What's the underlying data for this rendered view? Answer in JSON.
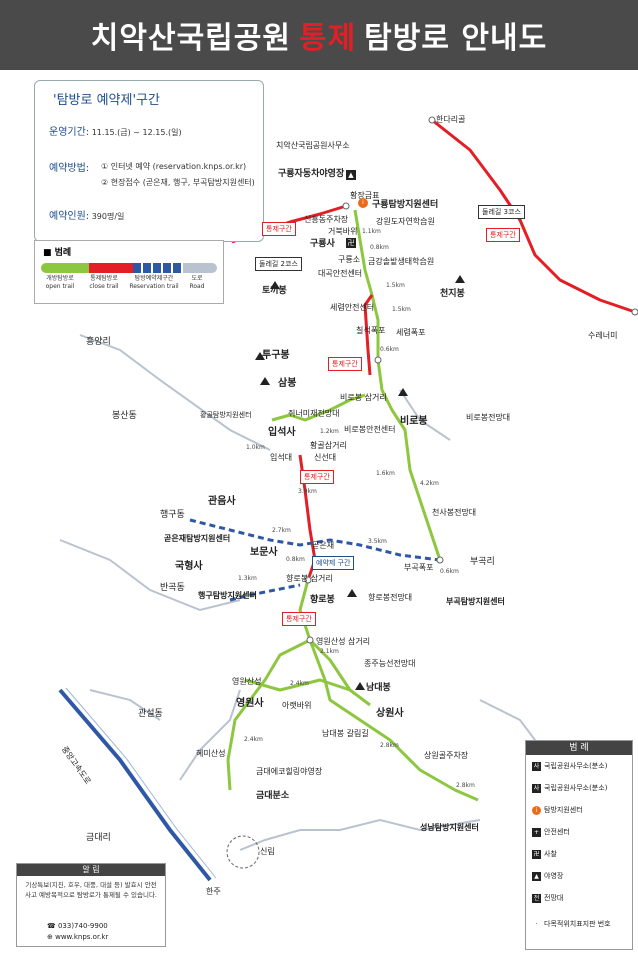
{
  "header": {
    "title_prefix": "치악산국립공원",
    "title_accent": "통제",
    "title_suffix": "탐방로 안내도"
  },
  "reservation_box": {
    "title": "'탐방로 예약제'구간",
    "period_key": "운영기간:",
    "period_value": "11.15.(금) ~ 12.15.(일)",
    "method_key": "예약방법:",
    "method_1": "① 인터넷 예약 (reservation.knps.or.kr)",
    "method_2": "② 현장접수 (곧은재, 행구, 부곡탐방지원센터)",
    "people_key": "예약인원:",
    "people_value": "390명/일"
  },
  "legend_small": {
    "title": "■ 범례",
    "items": [
      "개방탐방로\nopen trail",
      "통제탐방로\nclose trail",
      "탐방예약제구간\nReservation trail",
      "도로\nRoad"
    ],
    "colors": [
      "#8dc63f",
      "#e31e24",
      "#2e58a6",
      "#b9c3cf"
    ]
  },
  "legend_right": {
    "title": "범  례",
    "subtitle": "Legend 범례 / 凡例",
    "items": [
      {
        "icon": "사",
        "label": "국립공원사무소(분소)"
      },
      {
        "icon": "사",
        "label": "국립공원사무소(분소)"
      },
      {
        "icon": "i",
        "label": "탐방지원센터"
      },
      {
        "icon": "+",
        "label": "안전센터"
      },
      {
        "icon": "卍",
        "label": "사찰"
      },
      {
        "icon": "▲",
        "label": "야영장"
      },
      {
        "icon": "전",
        "label": "전망대"
      },
      {
        "icon": "·",
        "label": "다목적위치표지판 번호"
      }
    ]
  },
  "notice": {
    "title": "알  림",
    "body": "기상특보(지진, 호우, 대풍, 대설 등) 발효시 안전사고 예방목적으로 탐방로가 통제될 수 있습니다.",
    "phone": "033)740-9900",
    "web": "www.knps.or.kr"
  },
  "tags": {
    "red": [
      "통제구간",
      "통제구간",
      "통제구간",
      "통제구간",
      "통제구간"
    ],
    "dulle_3": "둘레길 3코스",
    "dulle_2": "둘레길 2코스",
    "reservation": "예약제 구간"
  },
  "places": {
    "handari": "한다리골",
    "surenemi": "수레너미",
    "office": "치악산국립공원사무소",
    "guryong_camp": "구룡자동차야영장",
    "hwangjang": "황장금표",
    "guryong_center": "구룡탐방지원센터",
    "sinheung": "신흥동주차장",
    "gangwon": "강원도자연학습원",
    "geobuk": "거북바위",
    "guryongsa": "구룡사",
    "guryongso": "구룡소",
    "geumdae_study": "금강솔밭생태학습원",
    "daegok": "대곡안전센터",
    "tojeon": "토끼봉",
    "cheonji": "천지봉",
    "seryeom": "세렴안전센터",
    "seryeom_falls": "세렴폭포",
    "chilseok": "칠석폭포",
    "tugu": "투구봉",
    "sambong": "삼봉",
    "biro_samgeo": "비로봉 삼거리",
    "jwi": "쥐너미재전망대",
    "birobong": "비로봉",
    "biro_obs": "비로봉전망대",
    "heungyang": "흥양리",
    "bongsan": "봉산동",
    "hwangol": "황골탐방지원센터",
    "ipseoksa": "입석사",
    "hwangol_samgeo": "황골삼거리",
    "ipseokdae": "입석대",
    "sinseondae": "신선대",
    "biro_safe": "비로봉안전센터",
    "cheonsa_obs": "천사봉전망대",
    "haenggu": "행구동",
    "gwaneumsa": "관음사",
    "godeunjae_center": "곧은재탐방지원센터",
    "godeunjae": "곧은재",
    "bomunsa": "보문사",
    "gukhyeongsa": "국형사",
    "bangok": "반곡동",
    "haenggu_center": "행구탐방지원센터",
    "hyangno_samgeo": "향로봉 삼거리",
    "hyangnobong": "향로봉",
    "hyangno_obs": "향로봉전망대",
    "bugok_falls": "부곡폭포",
    "bugok_ri": "부곡리",
    "bugok_center": "부곡탐방지원센터",
    "yeongwon_samgeo": "영원산성 삼거리",
    "jongmo_obs": "종주능선전망대",
    "yeongwon_fort": "영원산성",
    "namdaebong": "남대봉",
    "yeongwonsa": "영원사",
    "araet": "아랫바위",
    "sangwonsa": "상원사",
    "gwanseol": "관설동",
    "hyemi": "혜미산성",
    "namdaebong_junction": "남대봉 갈림길",
    "sangwon_parking": "상원골주차장",
    "geumdae_camp": "금대에코힐링야영장",
    "geumdae_branch": "금대분소",
    "seongnam_center": "성남탐방지원센터",
    "geumdae_ri": "금대리",
    "highway": "중앙고속도로",
    "sinrim": "신림",
    "hanju": "한주"
  },
  "distances": {
    "d1": "1.1km",
    "d2": "0.8km",
    "d3": "1.5km",
    "d4": "1.2km",
    "d5": "1.0km",
    "d6": "0.6km",
    "d7": "1.6km",
    "d8": "3.9km",
    "d9": "1.3km",
    "d10": "2.7km",
    "d11": "3.5km",
    "d12": "0.8km",
    "d13": "0.6km",
    "d14": "2.4km",
    "d15": "2.4km",
    "d16": "2.8km",
    "d17": "2.8km",
    "d18": "2.1km",
    "d19": "4.2km",
    "d20": "1.5km"
  }
}
